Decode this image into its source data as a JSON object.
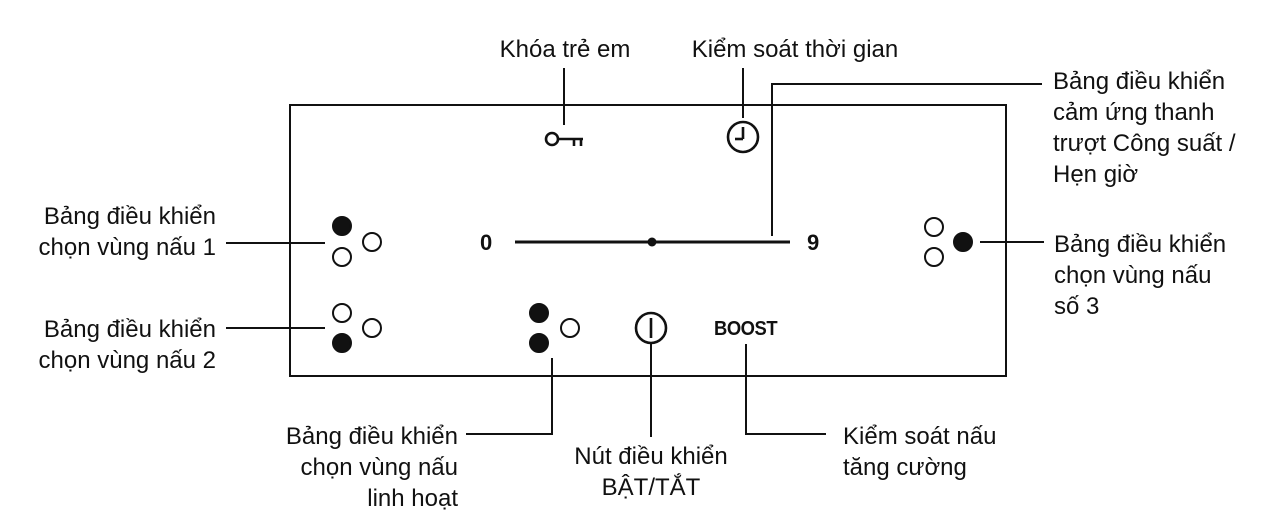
{
  "labels": {
    "child_lock": [
      "Khóa trẻ em"
    ],
    "timer_control": [
      "Kiểm soát thời gian"
    ],
    "slider_panel": [
      "Bảng điều khiển",
      "cảm ứng thanh",
      "trượt Công suất /",
      "Hẹn giờ"
    ],
    "zone1_panel": [
      "Bảng điều khiển",
      "chọn vùng nấu 1"
    ],
    "zone2_panel": [
      "Bảng điều khiển",
      "chọn vùng nấu 2"
    ],
    "zone3_panel": [
      "Bảng điều khiển",
      "chọn vùng nấu",
      "số 3"
    ],
    "flex_zone_panel": [
      "Bảng điều khiển",
      "chọn vùng nấu",
      "linh hoạt"
    ],
    "power_button": [
      "Nút điều khiển",
      "BẬT/TẮT"
    ],
    "boost_control": [
      "Kiểm soát nấu",
      "tăng cường"
    ]
  },
  "panel": {
    "slider_min": "0",
    "slider_max": "9",
    "boost_text": "BOOST"
  },
  "colors": {
    "ink": "#111111",
    "background": "#ffffff"
  },
  "icons": [
    "key-icon",
    "clock-icon",
    "power-icon",
    "zone-selector-icon"
  ]
}
